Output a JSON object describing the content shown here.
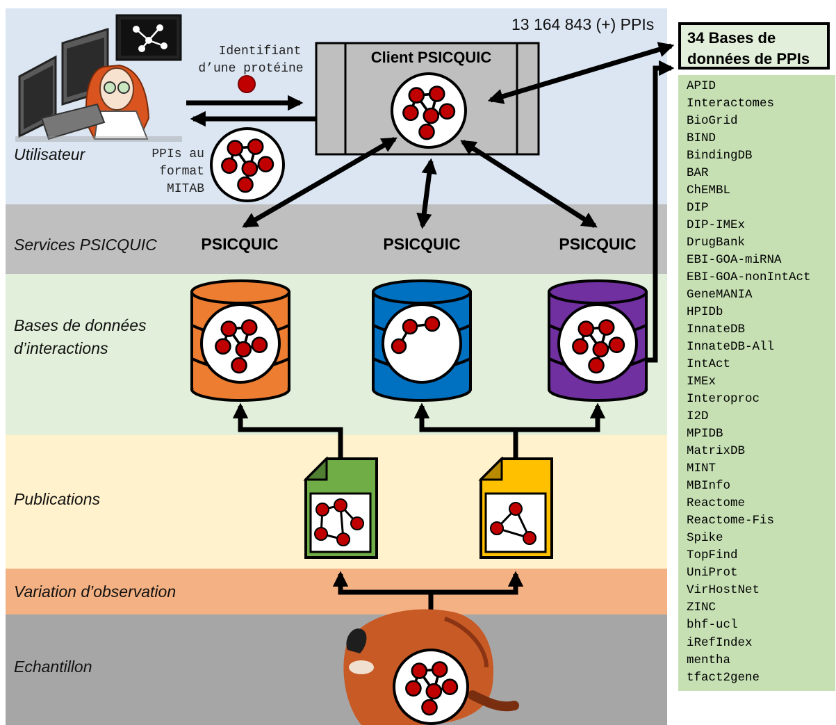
{
  "header": {
    "ppi_count": "13 164 843 (+) PPIs"
  },
  "user": {
    "label": "Utilisateur",
    "query_line1": "Identifiant",
    "query_line2": "d’une protéine",
    "result_line1": "PPIs au",
    "result_line2": "format",
    "result_line3": "MITAB"
  },
  "client": {
    "title": "Client PSICQUIC"
  },
  "bands": {
    "services": "Services PSICQUIC",
    "databases_line1": "Bases de données",
    "databases_line2": "d’interactions",
    "publications": "Publications",
    "variation": "Variation d’observation",
    "sample": "Echantillon"
  },
  "services": [
    "PSICQUIC",
    "PSICQUIC",
    "PSICQUIC"
  ],
  "colors": {
    "band_user": "#dce6f2",
    "band_services": "#bfbfbf",
    "band_databases": "#e2efda",
    "band_publications": "#fff2cc",
    "band_variation": "#f4b183",
    "band_sample": "#a6a6a6",
    "db_orange": "#ed7d31",
    "db_blue": "#0070c0",
    "db_purple": "#7030a0",
    "doc_green": "#70ad47",
    "doc_yellow": "#ffc000",
    "node_red": "#c00000",
    "panel_green": "#c6e0b4"
  },
  "ppi_databases": {
    "title_line1": "34 Bases de",
    "title_line2": "données de PPIs",
    "items": [
      "APID",
      "Interactomes",
      "BioGrid",
      "BIND",
      "BindingDB",
      "BAR",
      "ChEMBL",
      "DIP",
      "DIP-IMEx",
      "DrugBank",
      "EBI-GOA-miRNA",
      "EBI-GOA-nonIntAct",
      "GeneMANIA",
      "HPIDb",
      "InnateDB",
      "InnateDB-All",
      "IntAct",
      "IMEx",
      "Interoproc",
      "I2D",
      "MPIDB",
      "MatrixDB",
      "MINT",
      "MBInfo",
      "Reactome",
      "Reactome-Fis",
      "Spike",
      "TopFind",
      "UniProt",
      "VirHostNet",
      "ZINC",
      "bhf-ucl",
      "iRefIndex",
      "mentha",
      "tfact2gene"
    ]
  }
}
